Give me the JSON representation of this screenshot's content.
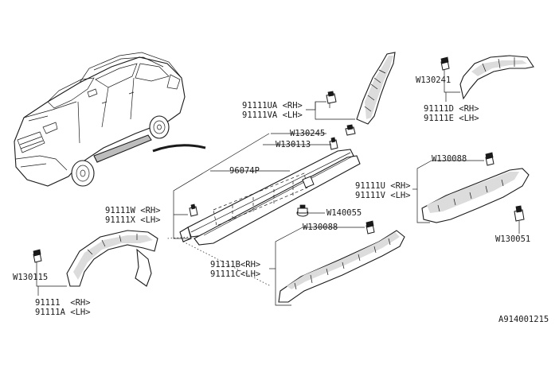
{
  "diagram_id": "A914001215",
  "labels": {
    "w130245": "W130245",
    "w130113": "W130113",
    "p96074p": "96074P",
    "w140055": "W140055",
    "w130088_upper": "W130088",
    "w130088_lower": "W130088",
    "w130241": "W130241",
    "w130051": "W130051",
    "w130115": "W130115",
    "p91111ua": "91111UA <RH>",
    "p91111va": "91111VA <LH>",
    "p91111d": "91111D <RH>",
    "p91111e": "91111E <LH>",
    "p91111u": "91111U <RH>",
    "p91111v": "91111V <LH>",
    "p91111w": "91111W <RH>",
    "p91111x": "91111X <LH>",
    "p91111b": "91111B<RH>",
    "p91111c": "91111C<LH>",
    "p91111": "91111  <RH>",
    "p91111a": "91111A <LH>"
  }
}
